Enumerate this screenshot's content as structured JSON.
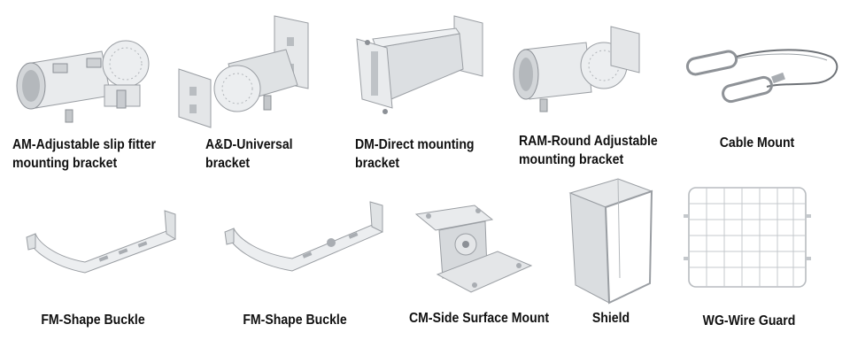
{
  "colors": {
    "background": "#ffffff",
    "label_text": "#111111",
    "metal_light": "#eef0f2",
    "metal_mid": "#d6d9dc",
    "metal_dark": "#a9adb2",
    "outline": "#8c9096"
  },
  "products": [
    {
      "id": "am",
      "icon": "adjustable-slip-fitter-bracket-icon",
      "label_lines": [
        "AM-Adjustable slip fitter",
        "mounting bracket"
      ]
    },
    {
      "id": "ad",
      "icon": "universal-bracket-icon",
      "label_lines": [
        "A&D-Universal",
        "bracket"
      ]
    },
    {
      "id": "dm",
      "icon": "direct-mounting-bracket-icon",
      "label_lines": [
        "DM-Direct mounting",
        "bracket"
      ]
    },
    {
      "id": "ram",
      "icon": "round-adjustable-bracket-icon",
      "label_lines": [
        "RAM-Round Adjustable",
        "mounting bracket"
      ]
    },
    {
      "id": "cable",
      "icon": "cable-mount-icon",
      "label_lines": [
        "Cable Mount"
      ]
    },
    {
      "id": "fm1",
      "icon": "shape-buckle-icon",
      "label_lines": [
        "FM-Shape Buckle"
      ]
    },
    {
      "id": "fm2",
      "icon": "shape-buckle-icon",
      "label_lines": [
        "FM-Shape Buckle"
      ]
    },
    {
      "id": "cm",
      "icon": "side-surface-mount-icon",
      "label_lines": [
        "CM-Side Surface Mount"
      ]
    },
    {
      "id": "shield",
      "icon": "shield-icon",
      "label_lines": [
        "Shield"
      ]
    },
    {
      "id": "wg",
      "icon": "wire-guard-icon",
      "label_lines": [
        "WG-Wire Guard"
      ]
    }
  ]
}
